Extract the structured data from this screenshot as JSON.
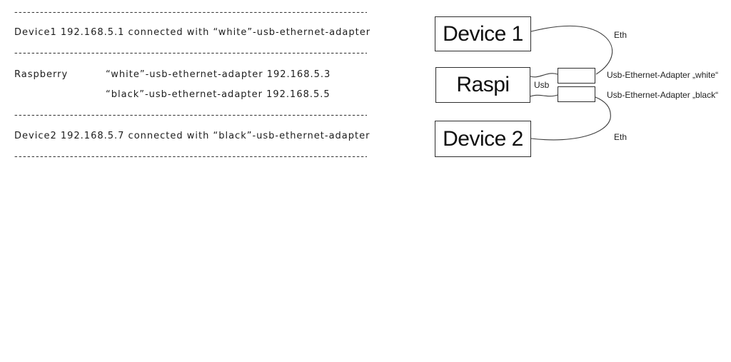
{
  "notes": {
    "separator": "--------------------------------------------------------------------------------------",
    "line_device1": "Device1 192.168.5.1 connected with “white”-usb-ethernet-adapter",
    "raspberry_label": "Raspberry",
    "raspberry_white": "“white”-usb-ethernet-adapter 192.168.5.3",
    "raspberry_black": "“black”-usb-ethernet-adapter 192.168.5.5",
    "line_device2": "Device2 192.168.5.7 connected with “black”-usb-ethernet-adapter"
  },
  "diagram": {
    "device1_label": "Device 1",
    "raspi_label": "Raspi",
    "device2_label": "Device 2",
    "usb_label": "Usb",
    "eth_top_label": "Eth",
    "eth_bottom_label": "Eth",
    "adapter_white_label": "Usb-Ethernet-Adapter „white“",
    "adapter_black_label": "Usb-Ethernet-Adapter „black“"
  },
  "colors": {
    "ink": "#2a2a2a",
    "wire": "#3c3c3c",
    "paper": "#ffffff"
  }
}
